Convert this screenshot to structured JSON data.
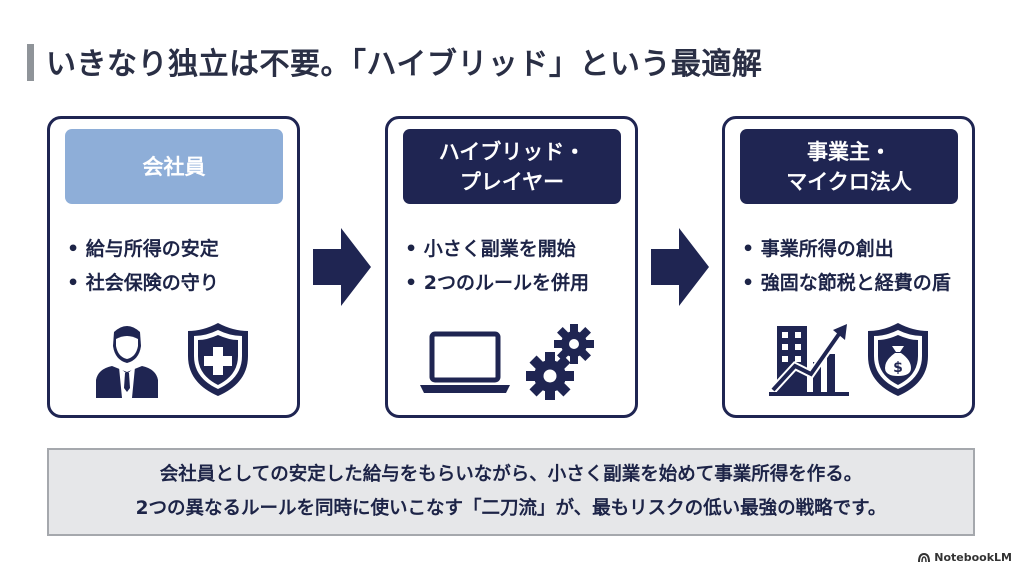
{
  "title": "いきなり独立は不要。「ハイブリッド」という最適解",
  "cards": [
    {
      "heading": "会社員",
      "bullets": [
        "給与所得の安定",
        "社会保険の守り"
      ],
      "icons": [
        "businessman-icon",
        "medical-shield-icon"
      ]
    },
    {
      "heading": "ハイブリッド・\nプレイヤー",
      "bullets": [
        "小さく副業を開始",
        "2つのルールを併用"
      ],
      "icons": [
        "laptop-icon",
        "gears-icon"
      ]
    },
    {
      "heading": "事業主・\nマイクロ法人",
      "bullets": [
        "事業所得の創出",
        "強固な節税と経費の盾"
      ],
      "icons": [
        "building-growth-icon",
        "money-shield-icon"
      ]
    }
  ],
  "summary": {
    "line1": "会社員としての安定した給与をもらいながら、小さく副業を始めて事業所得を作る。",
    "line2": "2つの異なるルールを同時に使いこなす「二刀流」が、最もリスクの低い最強の戦略です。"
  },
  "brand": "NotebookLM",
  "colors": {
    "navy": "#1f2552",
    "light_blue": "#8eaed8",
    "summary_bg": "#e6e7e9",
    "title_bar": "#8f9499"
  }
}
